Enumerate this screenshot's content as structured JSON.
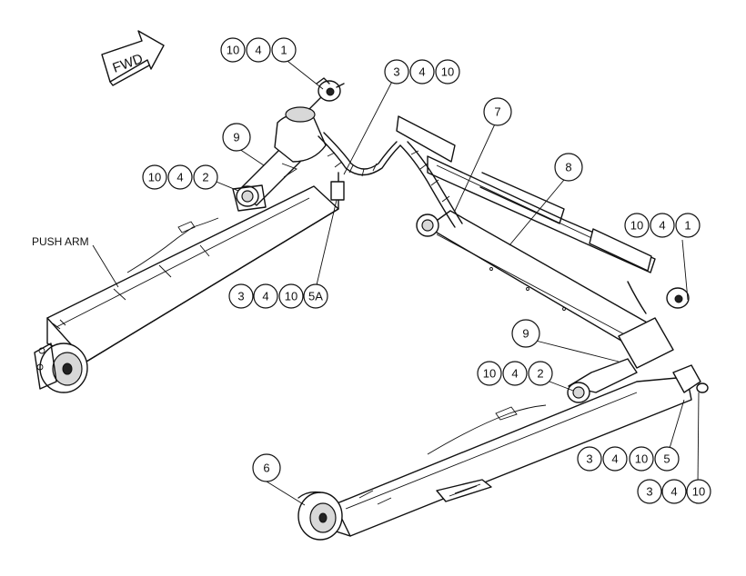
{
  "labels": {
    "push_arm": "PUSH ARM",
    "fwd": "FWD"
  },
  "callouts": {
    "top_left_group": [
      "10",
      "4",
      "1"
    ],
    "top_mid_group": [
      "3",
      "4",
      "10"
    ],
    "left_cyl_group": [
      "10",
      "4",
      "2"
    ],
    "left_cyl_item": "9",
    "left_hose_group": [
      "3",
      "4",
      "10",
      "5A"
    ],
    "item_7": "7",
    "item_8": "8",
    "right_top_group": [
      "10",
      "4",
      "1"
    ],
    "right_cyl_item": "9",
    "right_cyl_group": [
      "10",
      "4",
      "2"
    ],
    "item_6": "6",
    "right_mid_group": [
      "3",
      "4",
      "10",
      "5"
    ],
    "right_bottom_group": [
      "3",
      "4",
      "10"
    ]
  }
}
